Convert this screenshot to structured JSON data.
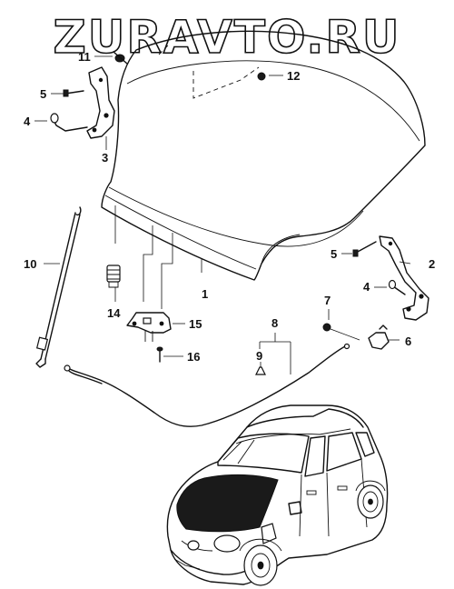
{
  "watermark": "ZURAVTO.RU",
  "callouts": {
    "c1": "1",
    "c2": "2",
    "c3": "3",
    "c4a": "4",
    "c4b": "4",
    "c5a": "5",
    "c5b": "5",
    "c6": "6",
    "c7": "7",
    "c8": "8",
    "c9": "9",
    "c10": "10",
    "c11": "11",
    "c12": "12",
    "c14": "14",
    "c15": "15",
    "c16": "16"
  },
  "colors": {
    "ink": "#111111",
    "paper": "#ffffff"
  }
}
